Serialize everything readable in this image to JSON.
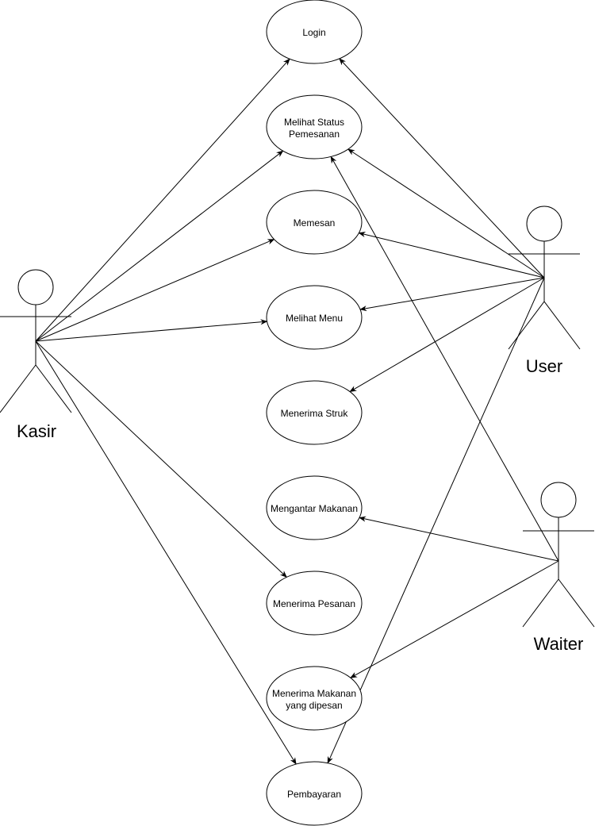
{
  "actors": {
    "kasir": {
      "label": "Kasir"
    },
    "user": {
      "label": "User"
    },
    "waiter": {
      "label": "Waiter"
    }
  },
  "use_cases": {
    "login": {
      "line1": "Login",
      "line2": ""
    },
    "melihat_status": {
      "line1": "Melihat Status",
      "line2": "Pemesanan"
    },
    "memesan": {
      "line1": "Memesan",
      "line2": ""
    },
    "melihat_menu": {
      "line1": "Melihat Menu",
      "line2": ""
    },
    "menerima_struk": {
      "line1": "Menerima Struk",
      "line2": ""
    },
    "mengantar_makanan": {
      "line1": "Mengantar Makanan",
      "line2": ""
    },
    "menerima_pesanan": {
      "line1": "Menerima Pesanan",
      "line2": ""
    },
    "menerima_makanan": {
      "line1": "Menerima Makanan",
      "line2": "yang dipesan"
    },
    "pembayaran": {
      "line1": "Pembayaran",
      "line2": ""
    }
  },
  "associations": [
    {
      "from": "kasir",
      "to": "login"
    },
    {
      "from": "kasir",
      "to": "melihat_status"
    },
    {
      "from": "kasir",
      "to": "memesan"
    },
    {
      "from": "kasir",
      "to": "melihat_menu"
    },
    {
      "from": "kasir",
      "to": "menerima_pesanan"
    },
    {
      "from": "kasir",
      "to": "pembayaran"
    },
    {
      "from": "user",
      "to": "login"
    },
    {
      "from": "user",
      "to": "melihat_status"
    },
    {
      "from": "user",
      "to": "memesan"
    },
    {
      "from": "user",
      "to": "melihat_menu"
    },
    {
      "from": "user",
      "to": "menerima_struk"
    },
    {
      "from": "user",
      "to": "pembayaran"
    },
    {
      "from": "waiter",
      "to": "melihat_status"
    },
    {
      "from": "waiter",
      "to": "mengantar_makanan"
    },
    {
      "from": "waiter",
      "to": "menerima_makanan"
    }
  ]
}
